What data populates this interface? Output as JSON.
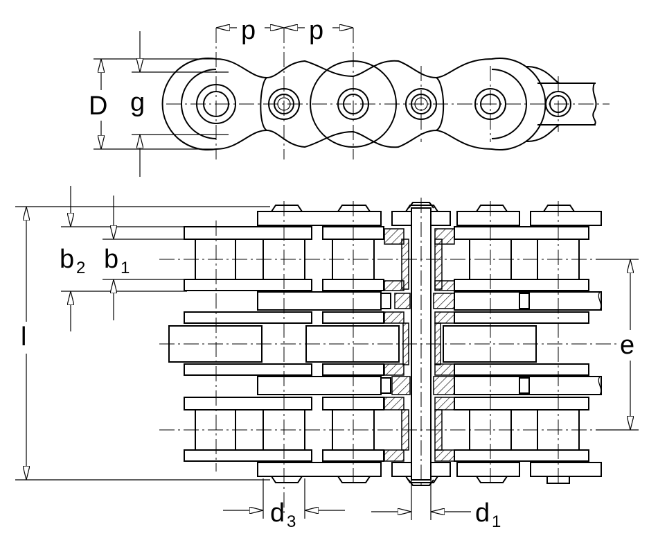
{
  "labels": {
    "p1": "p",
    "p2": "p",
    "D": "D",
    "g": "g",
    "b2_main": "b",
    "b2_sub": "2",
    "b1_main": "b",
    "b1_sub": "1",
    "l": "l",
    "e": "e",
    "d3_main": "d",
    "d3_sub": "3",
    "d1_main": "d",
    "d1_sub": "1"
  },
  "colors": {
    "line": "#000000",
    "background": "#ffffff",
    "hatch": "#000000"
  }
}
